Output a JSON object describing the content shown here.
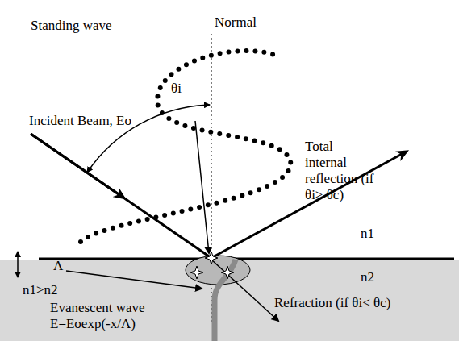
{
  "diagram": {
    "labels": [
      "Standing wave",
      "Normal",
      "Incident Beam, Eo",
      "θi",
      "Total internal reflection (if θi> θc)",
      "n1",
      "n2",
      "n1>n2",
      "Λ",
      "Evanescent wave E=Eoexp(-x/Λ)",
      "Refraction (if θi< θc)"
    ]
  }
}
